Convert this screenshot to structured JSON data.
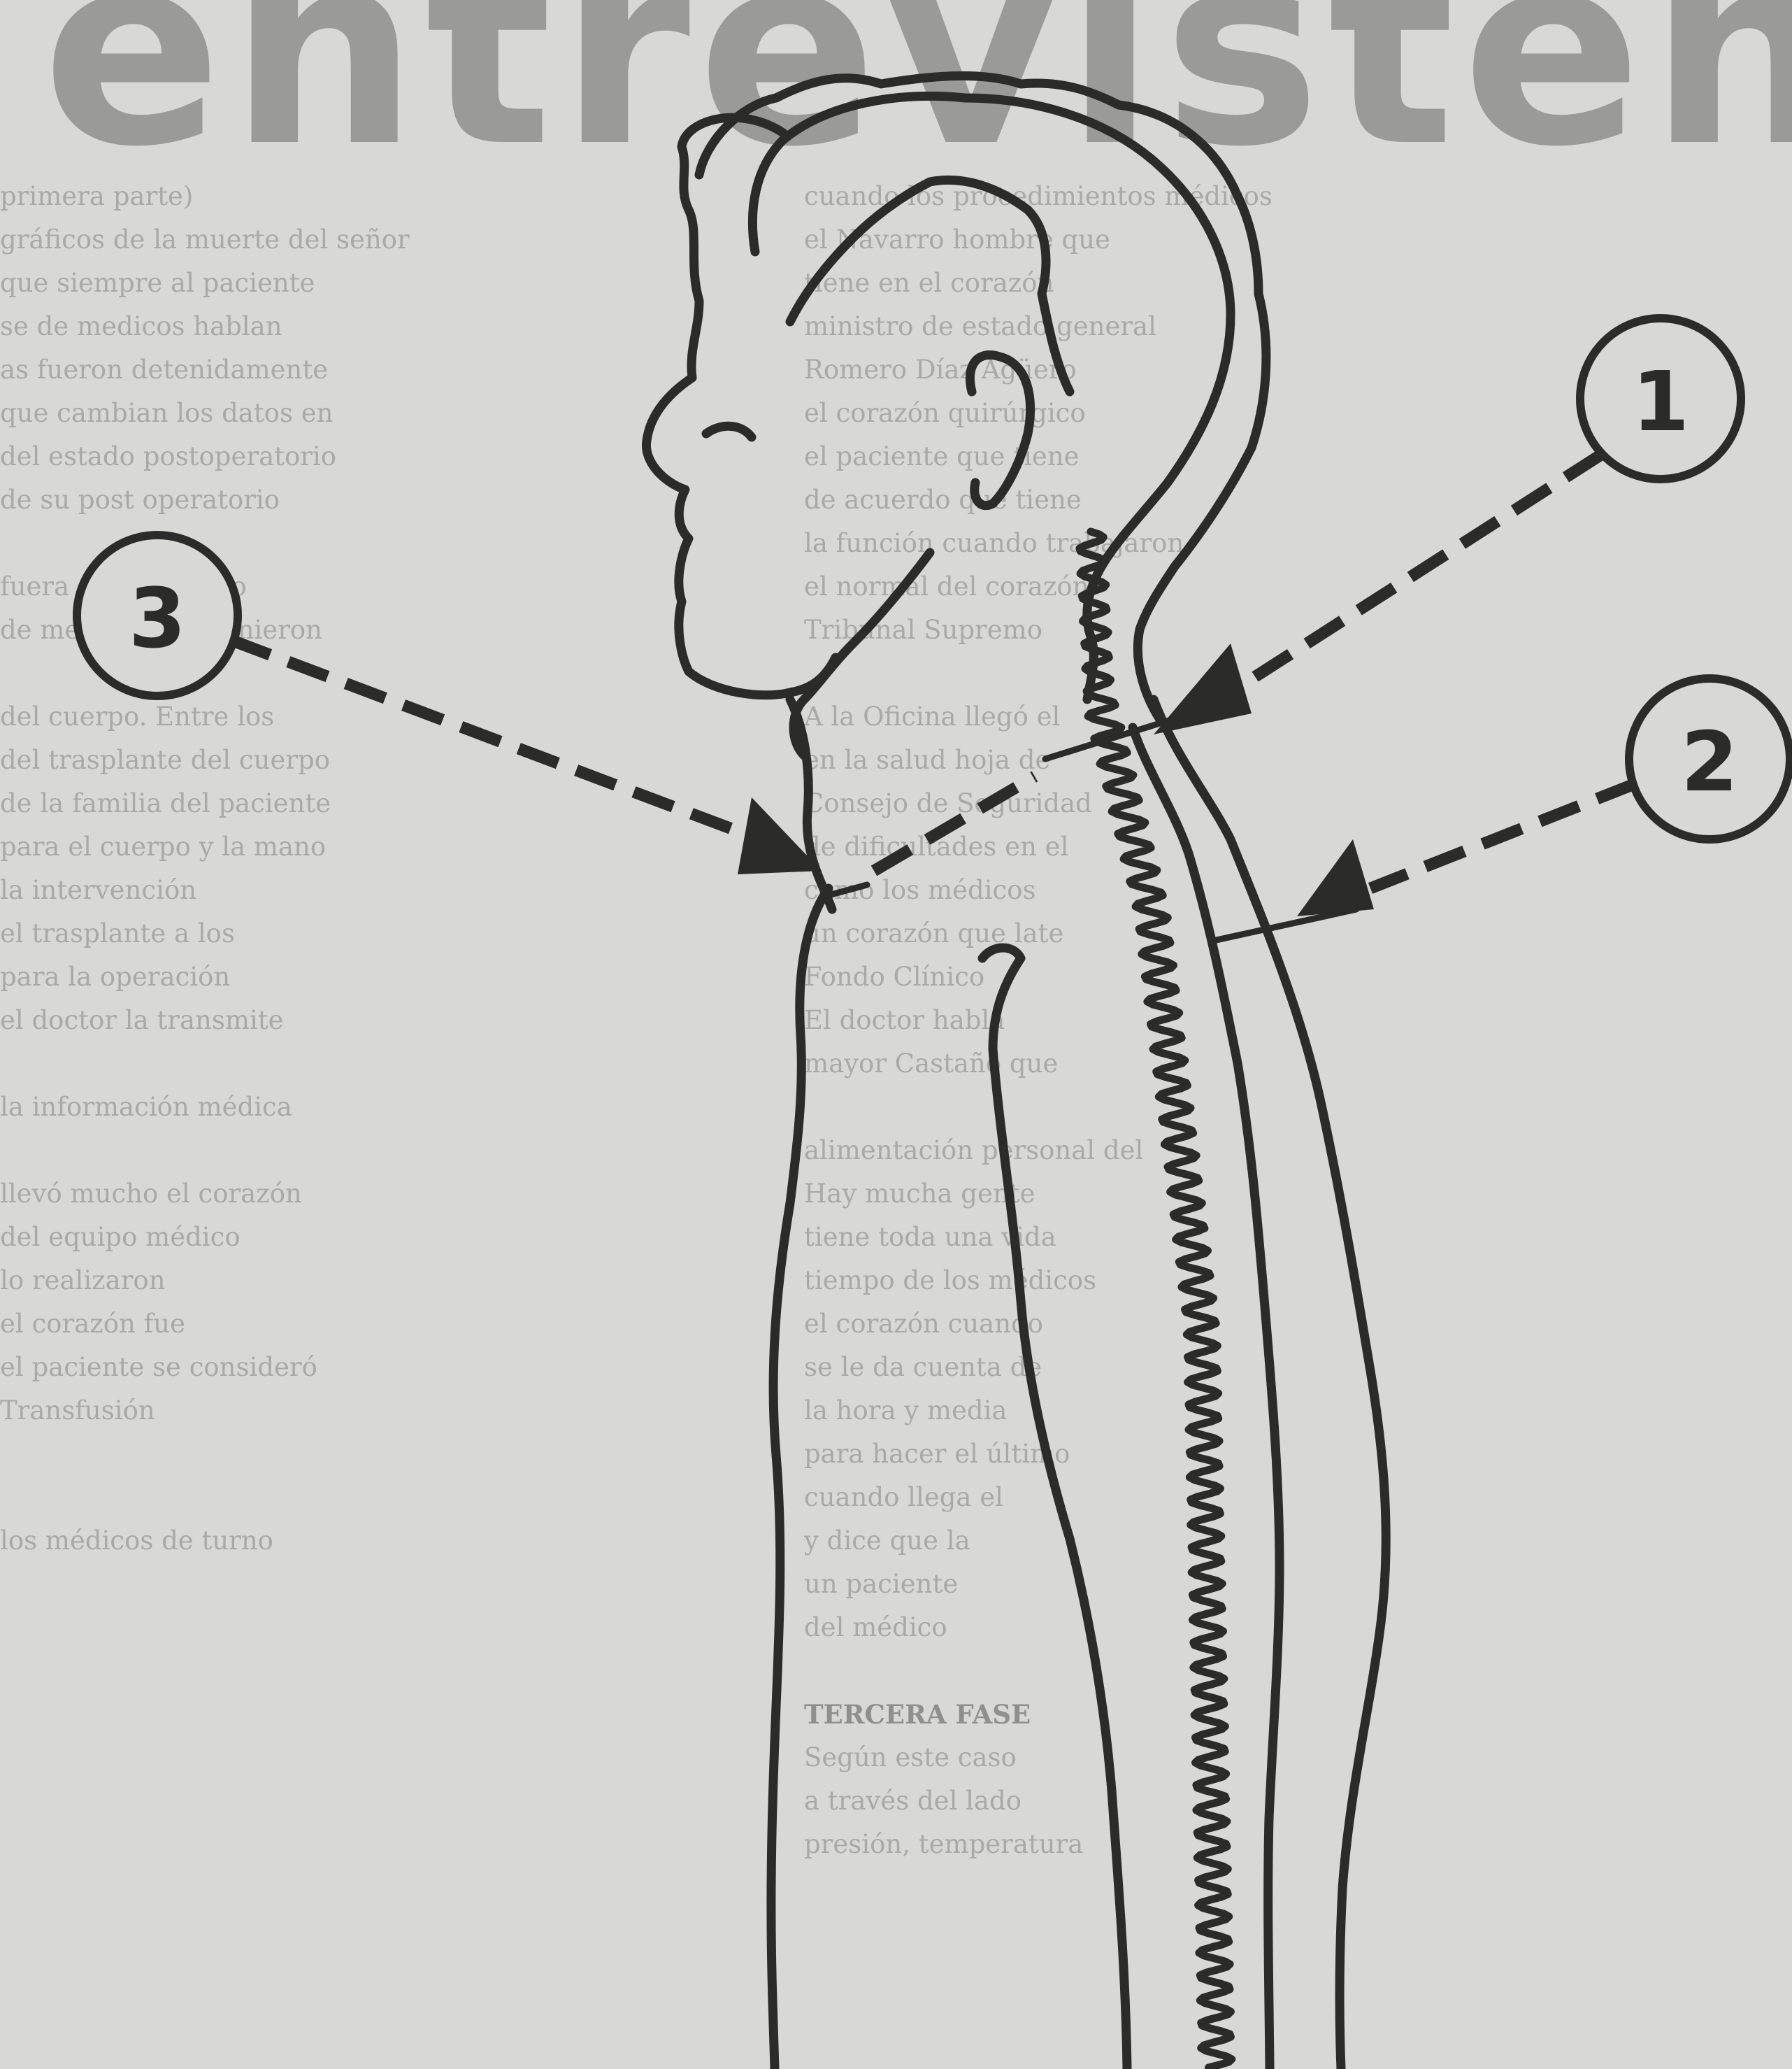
{
  "headline": "entrevisten",
  "callouts": [
    {
      "id": "1",
      "label": "1"
    },
    {
      "id": "2",
      "label": "2"
    },
    {
      "id": "3",
      "label": "3"
    }
  ],
  "background_text": {
    "left_column": [
      "primera parte)",
      "gráficos de la muerte del señor",
      "que siempre al paciente",
      "se de medicos hablan",
      "as fueron detenidamente",
      "que cambian los datos en",
      "del estado postoperatorio",
      "de su post operatorio",
      "",
      "fuera de su cuerpo",
      "de medicos se reunieron",
      "",
      "del cuerpo. Entre los",
      "del trasplante del cuerpo",
      "de la familia del paciente",
      "para el cuerpo y la mano",
      "la intervención",
      "el trasplante a los",
      "para la operación",
      "el doctor la transmite",
      "",
      "la información médica",
      "",
      "llevó mucho el corazón",
      "del equipo médico",
      "lo realizaron",
      "el corazón fue",
      "el paciente se consideró",
      "Transfusión",
      "",
      "",
      "los médicos de turno"
    ],
    "mid_column": [
      "cuando los procedimientos médicos",
      "el Navarro hombre que",
      "tiene en el corazón",
      "ministro de estado general",
      "Romero Díaz Agüero",
      "el corazón quirúrgico",
      "el paciente que tiene",
      "de acuerdo que tiene",
      "la función cuando trabajaron",
      "el normal del corazón",
      "Tribunal Supremo",
      "",
      "A la Oficina llegó el",
      "en la salud hoja de",
      "Consejo de Seguridad",
      "de dificultades en el",
      "como los médicos",
      "un corazón que late",
      "Fondo Clínico",
      "El doctor habla",
      "mayor Castaño que",
      "",
      "alimentación personal del",
      "Hay mucha gente",
      "tiene toda una vida",
      "tiempo de los médicos",
      "el corazón cuando",
      "se le da cuenta de",
      "la hora y media",
      "para hacer el último",
      "cuando llega el",
      "y dice que la",
      "un paciente",
      "del médico",
      "",
      "TERCERA FASE",
      "Según este caso",
      "a través del lado",
      "presión, temperatura"
    ]
  }
}
